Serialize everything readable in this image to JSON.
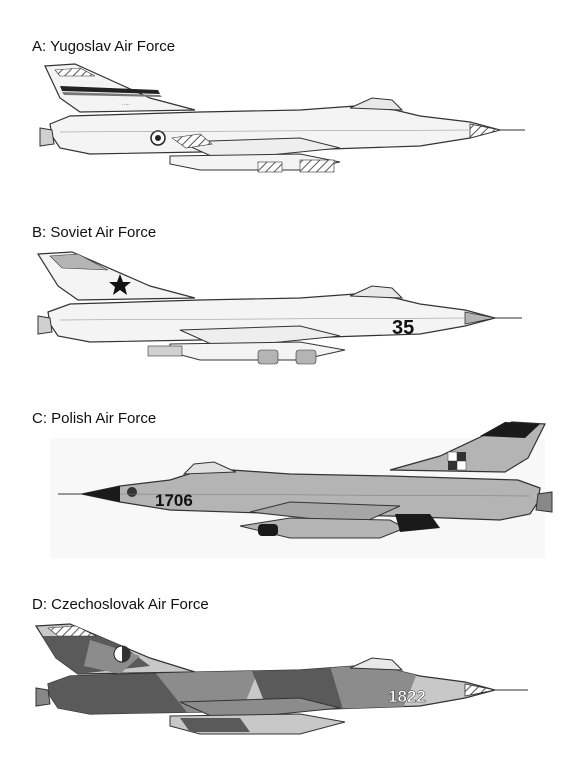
{
  "panels": [
    {
      "id": "A",
      "label": "A: Yugoslav Air Force"
    },
    {
      "id": "B",
      "label": "B: Soviet Air Force",
      "marking": "35"
    },
    {
      "id": "C",
      "label": "C: Polish Air Force",
      "marking": "1706"
    },
    {
      "id": "D",
      "label": "D: Czechoslovak Air Force",
      "marking": "1822"
    }
  ],
  "colors": {
    "background": "#ffffff",
    "outline": "#333333",
    "fill_light": "#f4f4f4",
    "fill_grey": "#b4b4b4",
    "camo_dark": "#5a5a5a",
    "camo_mid": "#8c8c8c",
    "camo_light": "#c8c8c8",
    "radome": "#1a1a1a"
  }
}
